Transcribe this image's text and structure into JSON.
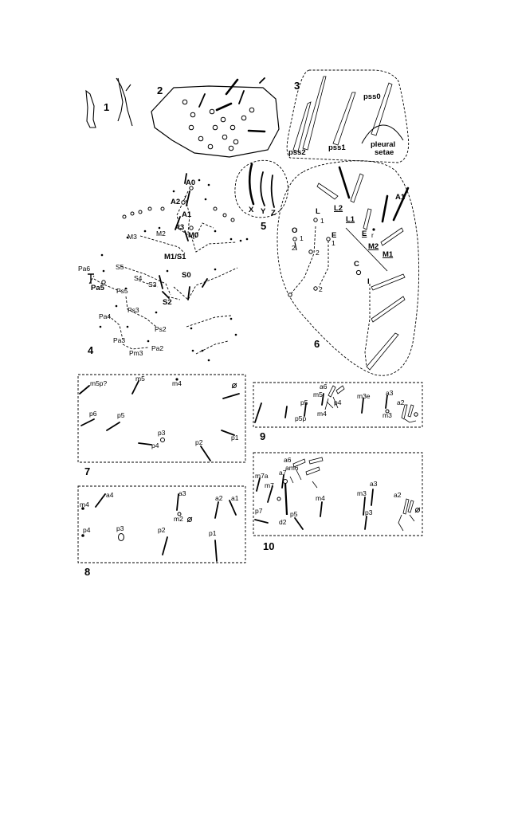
{
  "figures": [
    {
      "number": "1"
    },
    {
      "number": "2"
    },
    {
      "number": "3"
    },
    {
      "number": "4"
    },
    {
      "number": "5"
    },
    {
      "number": "6"
    },
    {
      "number": "7"
    },
    {
      "number": "8"
    },
    {
      "number": "9"
    },
    {
      "number": "10"
    }
  ],
  "fig3": {
    "labels": [
      "pss0",
      "pss2",
      "pss1",
      "pleural",
      "setae"
    ]
  },
  "fig4": {
    "labels": [
      "A0",
      "A2",
      "A1",
      "A3",
      "M3",
      "M2",
      "M0",
      "M1/S1",
      "S5",
      "S4",
      "S3",
      "S0",
      "S2",
      "Pa6",
      "Pa5",
      "Ps5",
      "Ps3",
      "Pa4",
      "Ps2",
      "Pa3",
      "Pa2",
      "Pm3"
    ]
  },
  "fig5": {
    "labels": [
      "X",
      "Y",
      "Z"
    ]
  },
  "fig6": {
    "labels": [
      "L",
      "1",
      "O",
      "1",
      "2",
      "2",
      "E",
      "1",
      "2",
      "L2",
      "L1",
      "E",
      "r",
      "M2",
      "M1",
      "A1",
      "C",
      "I"
    ]
  },
  "fig7": {
    "labels": [
      "m5p?",
      "m5",
      "m4",
      "p6",
      "p5",
      "p3",
      "p4",
      "p2",
      "p1"
    ]
  },
  "fig8": {
    "labels": [
      "m4",
      "a4",
      "a3",
      "m2",
      "a2",
      "a1",
      "p4",
      "p3",
      "p2",
      "p1"
    ]
  },
  "fig9": {
    "labels": [
      "a6",
      "m5",
      "p5",
      "p5p",
      "m4",
      "p4",
      "m3e",
      "a3",
      "m3",
      "a2"
    ]
  },
  "fig10": {
    "labels": [
      "a6",
      "am6",
      "m7a",
      "a7",
      "m7",
      "p7",
      "d2",
      "p5",
      "m4",
      "m3",
      "a3",
      "p3",
      "a2"
    ]
  }
}
